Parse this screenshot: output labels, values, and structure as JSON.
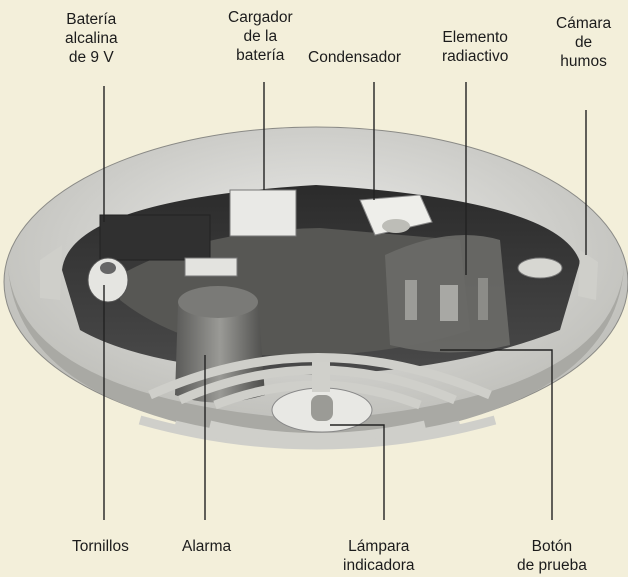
{
  "labels": {
    "bateria": [
      "Batería",
      "alcalina",
      "de 9 V"
    ],
    "cargador": [
      "Cargador",
      "de la",
      "batería"
    ],
    "condensador": [
      "Condensador"
    ],
    "elemento": [
      "Elemento",
      "radiactivo"
    ],
    "camara": [
      "Cámara",
      "de",
      "humos"
    ],
    "tornillos": [
      "Tornillos"
    ],
    "alarma": [
      "Alarma"
    ],
    "lampara": [
      "Lámpara",
      "indicadora"
    ],
    "boton": [
      "Botón",
      "de prueba"
    ]
  },
  "colors": {
    "paper": "#f3efda",
    "shell": "#dcdcd6",
    "interior": "#3a3a3a",
    "leader": "#222222"
  }
}
